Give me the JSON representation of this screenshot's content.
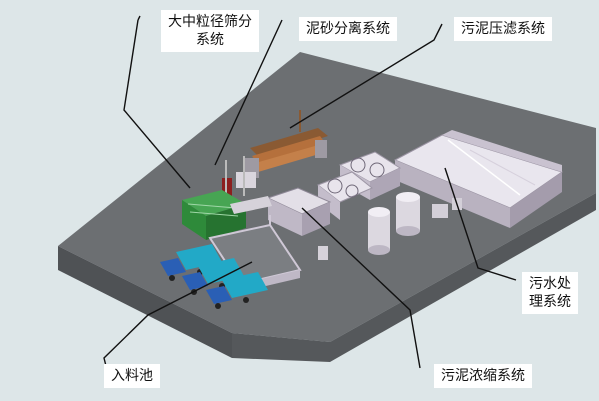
{
  "labels": {
    "coarse_screening": {
      "line1": "大中粒径筛分",
      "line2": "系统"
    },
    "desanding": "泥砂分离系统",
    "filter_press": "污泥压滤系统",
    "water_treatment": {
      "line1": "污水处",
      "line2": "理系统"
    },
    "feed_pool": "入料池",
    "thickening": "污泥浓缩系统"
  },
  "colors": {
    "background": "#dde6e8",
    "platform_top": "#6c6f72",
    "platform_side": "#4f5255",
    "pool_wall": "#c9c2d0",
    "screen_green": "#2e8a3a",
    "truck_cyan": "#22a9c7",
    "truck_blue": "#2a5fb5",
    "pipe_orange": "#b5703c",
    "leader_line": "#111111"
  }
}
